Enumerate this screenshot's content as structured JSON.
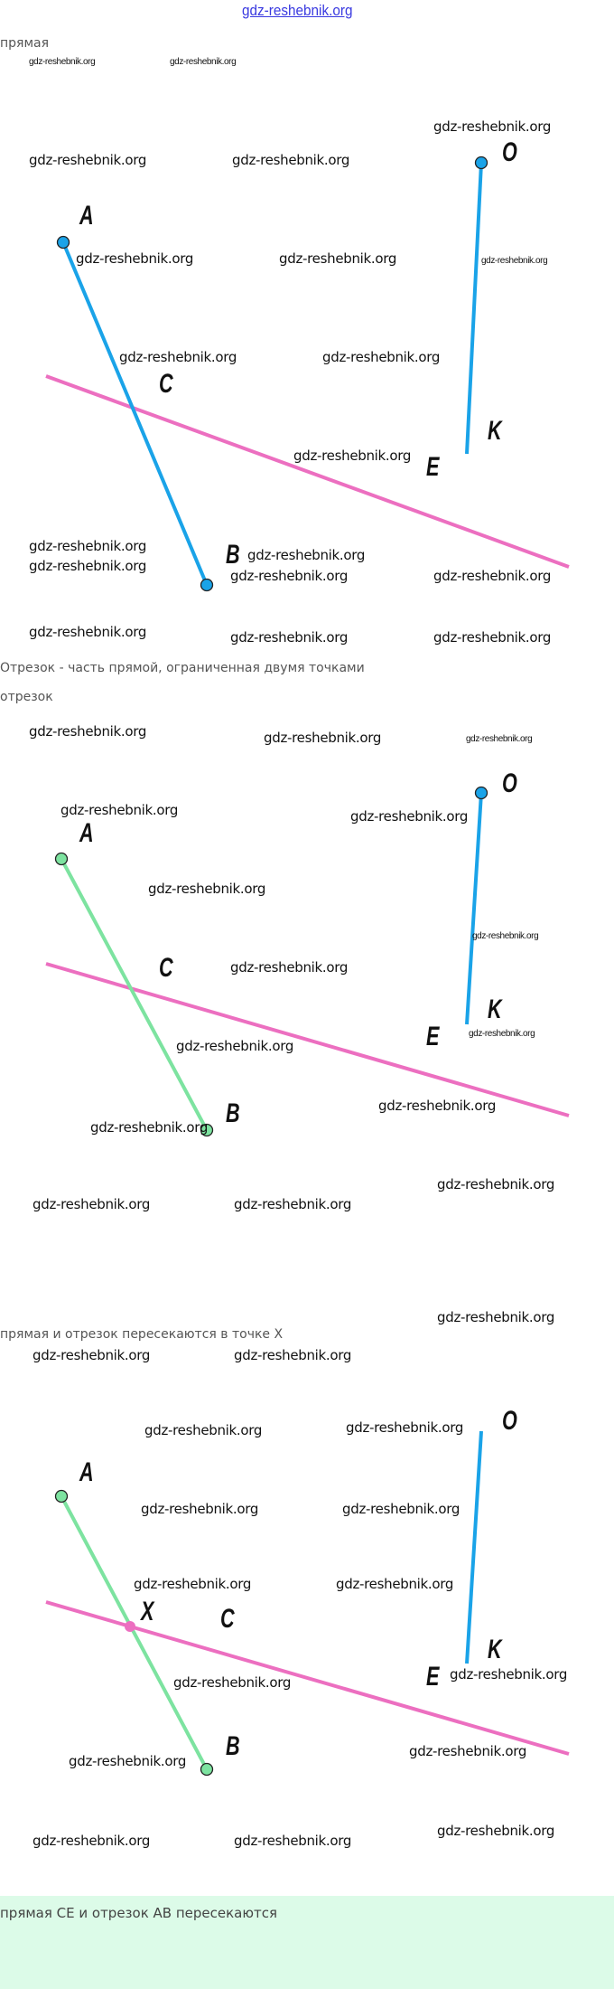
{
  "site_link": "gdz-reshebnik.org",
  "captions": {
    "line": "прямая",
    "segment_def": "Отрезок - часть прямой, ограниченная двумя точками",
    "segment": "отрезок",
    "intersect": "прямая и отрезок пересекаются в точке X",
    "conclusion": "прямая CE и отрезок AB пересекаются"
  },
  "points": {
    "A": "A",
    "B": "B",
    "C": "C",
    "E": "E",
    "O": "O",
    "K": "K",
    "X": "X"
  },
  "colors": {
    "blue": "#1aa3e8",
    "pink": "#ec6fc0",
    "green": "#7de3a0",
    "bar": "#dcfbe8"
  },
  "watermark": "gdz-reshebnik.org"
}
